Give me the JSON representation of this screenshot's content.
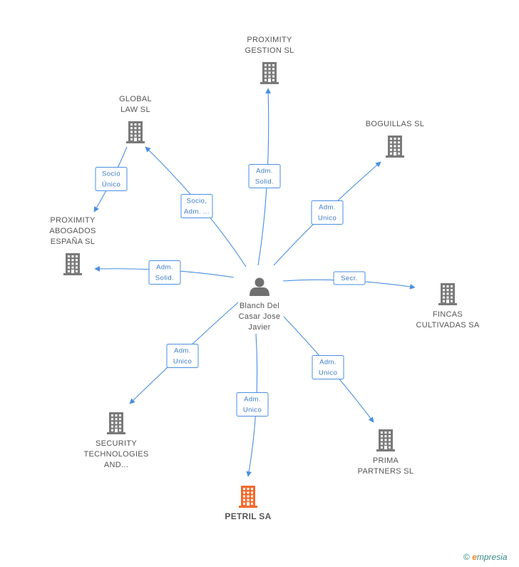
{
  "colors": {
    "edge": "#4a8fe0",
    "company": "#7a7a7a",
    "highlight": "#f26a2e",
    "person": "#6f6f6f"
  },
  "center": {
    "id": "person",
    "lines": [
      "Blanch Del",
      "Casar Jose",
      "Javier"
    ],
    "icon": "person-icon"
  },
  "nodes": [
    {
      "id": "proximity-gestion",
      "lines": [
        "PROXIMITY",
        "GESTION SL"
      ],
      "icon": "building-icon"
    },
    {
      "id": "global-law",
      "lines": [
        "GLOBAL",
        "LAW SL"
      ],
      "icon": "building-icon"
    },
    {
      "id": "boguillas",
      "lines": [
        "BOGUILLAS SL"
      ],
      "icon": "building-icon"
    },
    {
      "id": "proximity-abogados",
      "lines": [
        "PROXIMITY",
        "ABOGADOS",
        "ESPAÑA SL"
      ],
      "icon": "building-icon"
    },
    {
      "id": "fincas-cultivadas",
      "lines": [
        "FINCAS",
        "CULTIVADAS SA"
      ],
      "icon": "building-icon"
    },
    {
      "id": "security-technologies",
      "lines": [
        "SECURITY",
        "TECHNOLOGIES",
        "AND..."
      ],
      "icon": "building-icon"
    },
    {
      "id": "prima-partners",
      "lines": [
        "PRIMA",
        "PARTNERS SL"
      ],
      "icon": "building-icon"
    },
    {
      "id": "petril",
      "lines": [
        "PETRIL SA"
      ],
      "icon": "building-icon",
      "highlight": true
    }
  ],
  "edges": [
    {
      "from": "person",
      "to": "proximity-gestion",
      "label": [
        "Adm.",
        "Solid."
      ]
    },
    {
      "from": "person",
      "to": "global-law",
      "label": [
        "Socio,",
        "Adm. ..."
      ]
    },
    {
      "from": "global-law",
      "to": "proximity-abogados",
      "label": [
        "Socio",
        "Único"
      ]
    },
    {
      "from": "person",
      "to": "boguillas",
      "label": [
        "Adm.",
        "Unico"
      ]
    },
    {
      "from": "person",
      "to": "proximity-abogados",
      "label": [
        "Adm.",
        "Solid."
      ]
    },
    {
      "from": "person",
      "to": "fincas-cultivadas",
      "label": [
        "Secr."
      ]
    },
    {
      "from": "person",
      "to": "security-technologies",
      "label": [
        "Adm.",
        "Unico"
      ]
    },
    {
      "from": "person",
      "to": "petril",
      "label": [
        "Adm.",
        "Unico"
      ]
    },
    {
      "from": "person",
      "to": "prima-partners",
      "label": [
        "Adm.",
        "Unico"
      ]
    }
  ],
  "footer": {
    "copyright": "©",
    "brand_e": "e",
    "brand_rest": "mpresia"
  }
}
